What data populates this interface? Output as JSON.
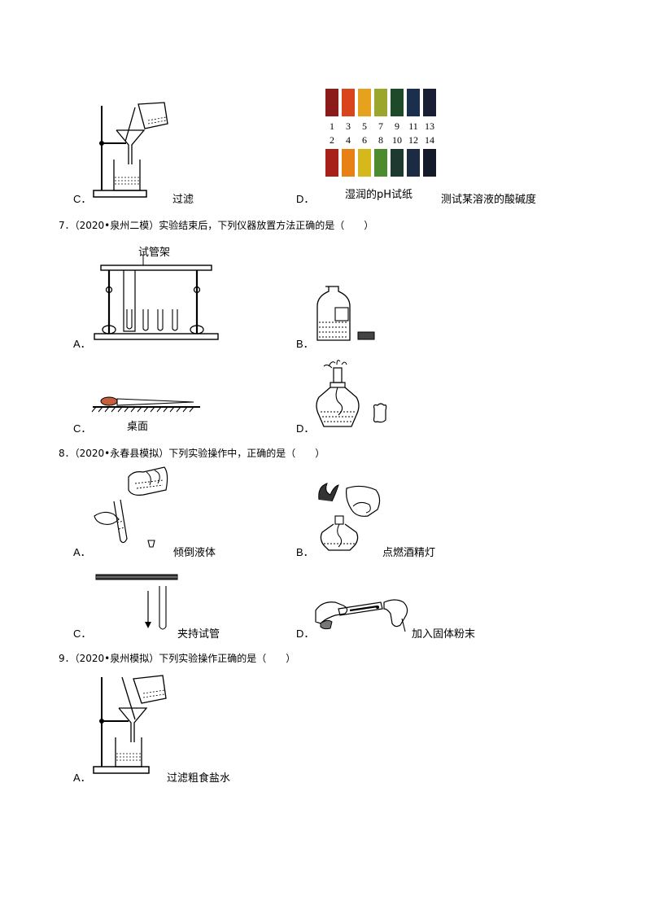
{
  "q6": {
    "opt_c": "C．",
    "cap_c": "过滤",
    "opt_d": "D．",
    "cap_d_paper": "湿润的pH试纸",
    "cap_d": "测试某溶液的酸碱度",
    "ph_top_numbers": [
      "1",
      "3",
      "5",
      "7",
      "9",
      "11",
      "13"
    ],
    "ph_bottom_numbers": [
      "2",
      "4",
      "6",
      "8",
      "10",
      "12",
      "14"
    ],
    "ph_top_colors": [
      "#8b1a1a",
      "#d9441c",
      "#e6a21c",
      "#9aa62c",
      "#1f4a2a",
      "#1a2f4d",
      "#1a1f33"
    ],
    "ph_bottom_colors": [
      "#a8201a",
      "#e88018",
      "#d4b81c",
      "#4e8a2e",
      "#1e3a30",
      "#1c2a42",
      "#141a2a"
    ]
  },
  "q7": {
    "stem": "7．（2020•泉州二模）实验结束后，下列仪器放置方法正确的是（　　）",
    "rack_label": "试管架",
    "opt_a": "A．",
    "opt_b": "B．",
    "opt_c": "C．",
    "cap_c": "桌面",
    "opt_d": "D．"
  },
  "q8": {
    "stem": "8．（2020•永春县模拟）下列实验操作中，正确的是（　　）",
    "opt_a": "A．",
    "cap_a": "倾倒液体",
    "opt_b": "B．",
    "cap_b": "点燃酒精灯",
    "opt_c": "C．",
    "cap_c": "夹持试管",
    "opt_d": "D．",
    "cap_d": "加入固体粉末"
  },
  "q9": {
    "stem": "9．（2020•泉州模拟）下列实验操作正确的是（　　）",
    "opt_a": "A．",
    "cap_a": "过滤粗食盐水"
  }
}
